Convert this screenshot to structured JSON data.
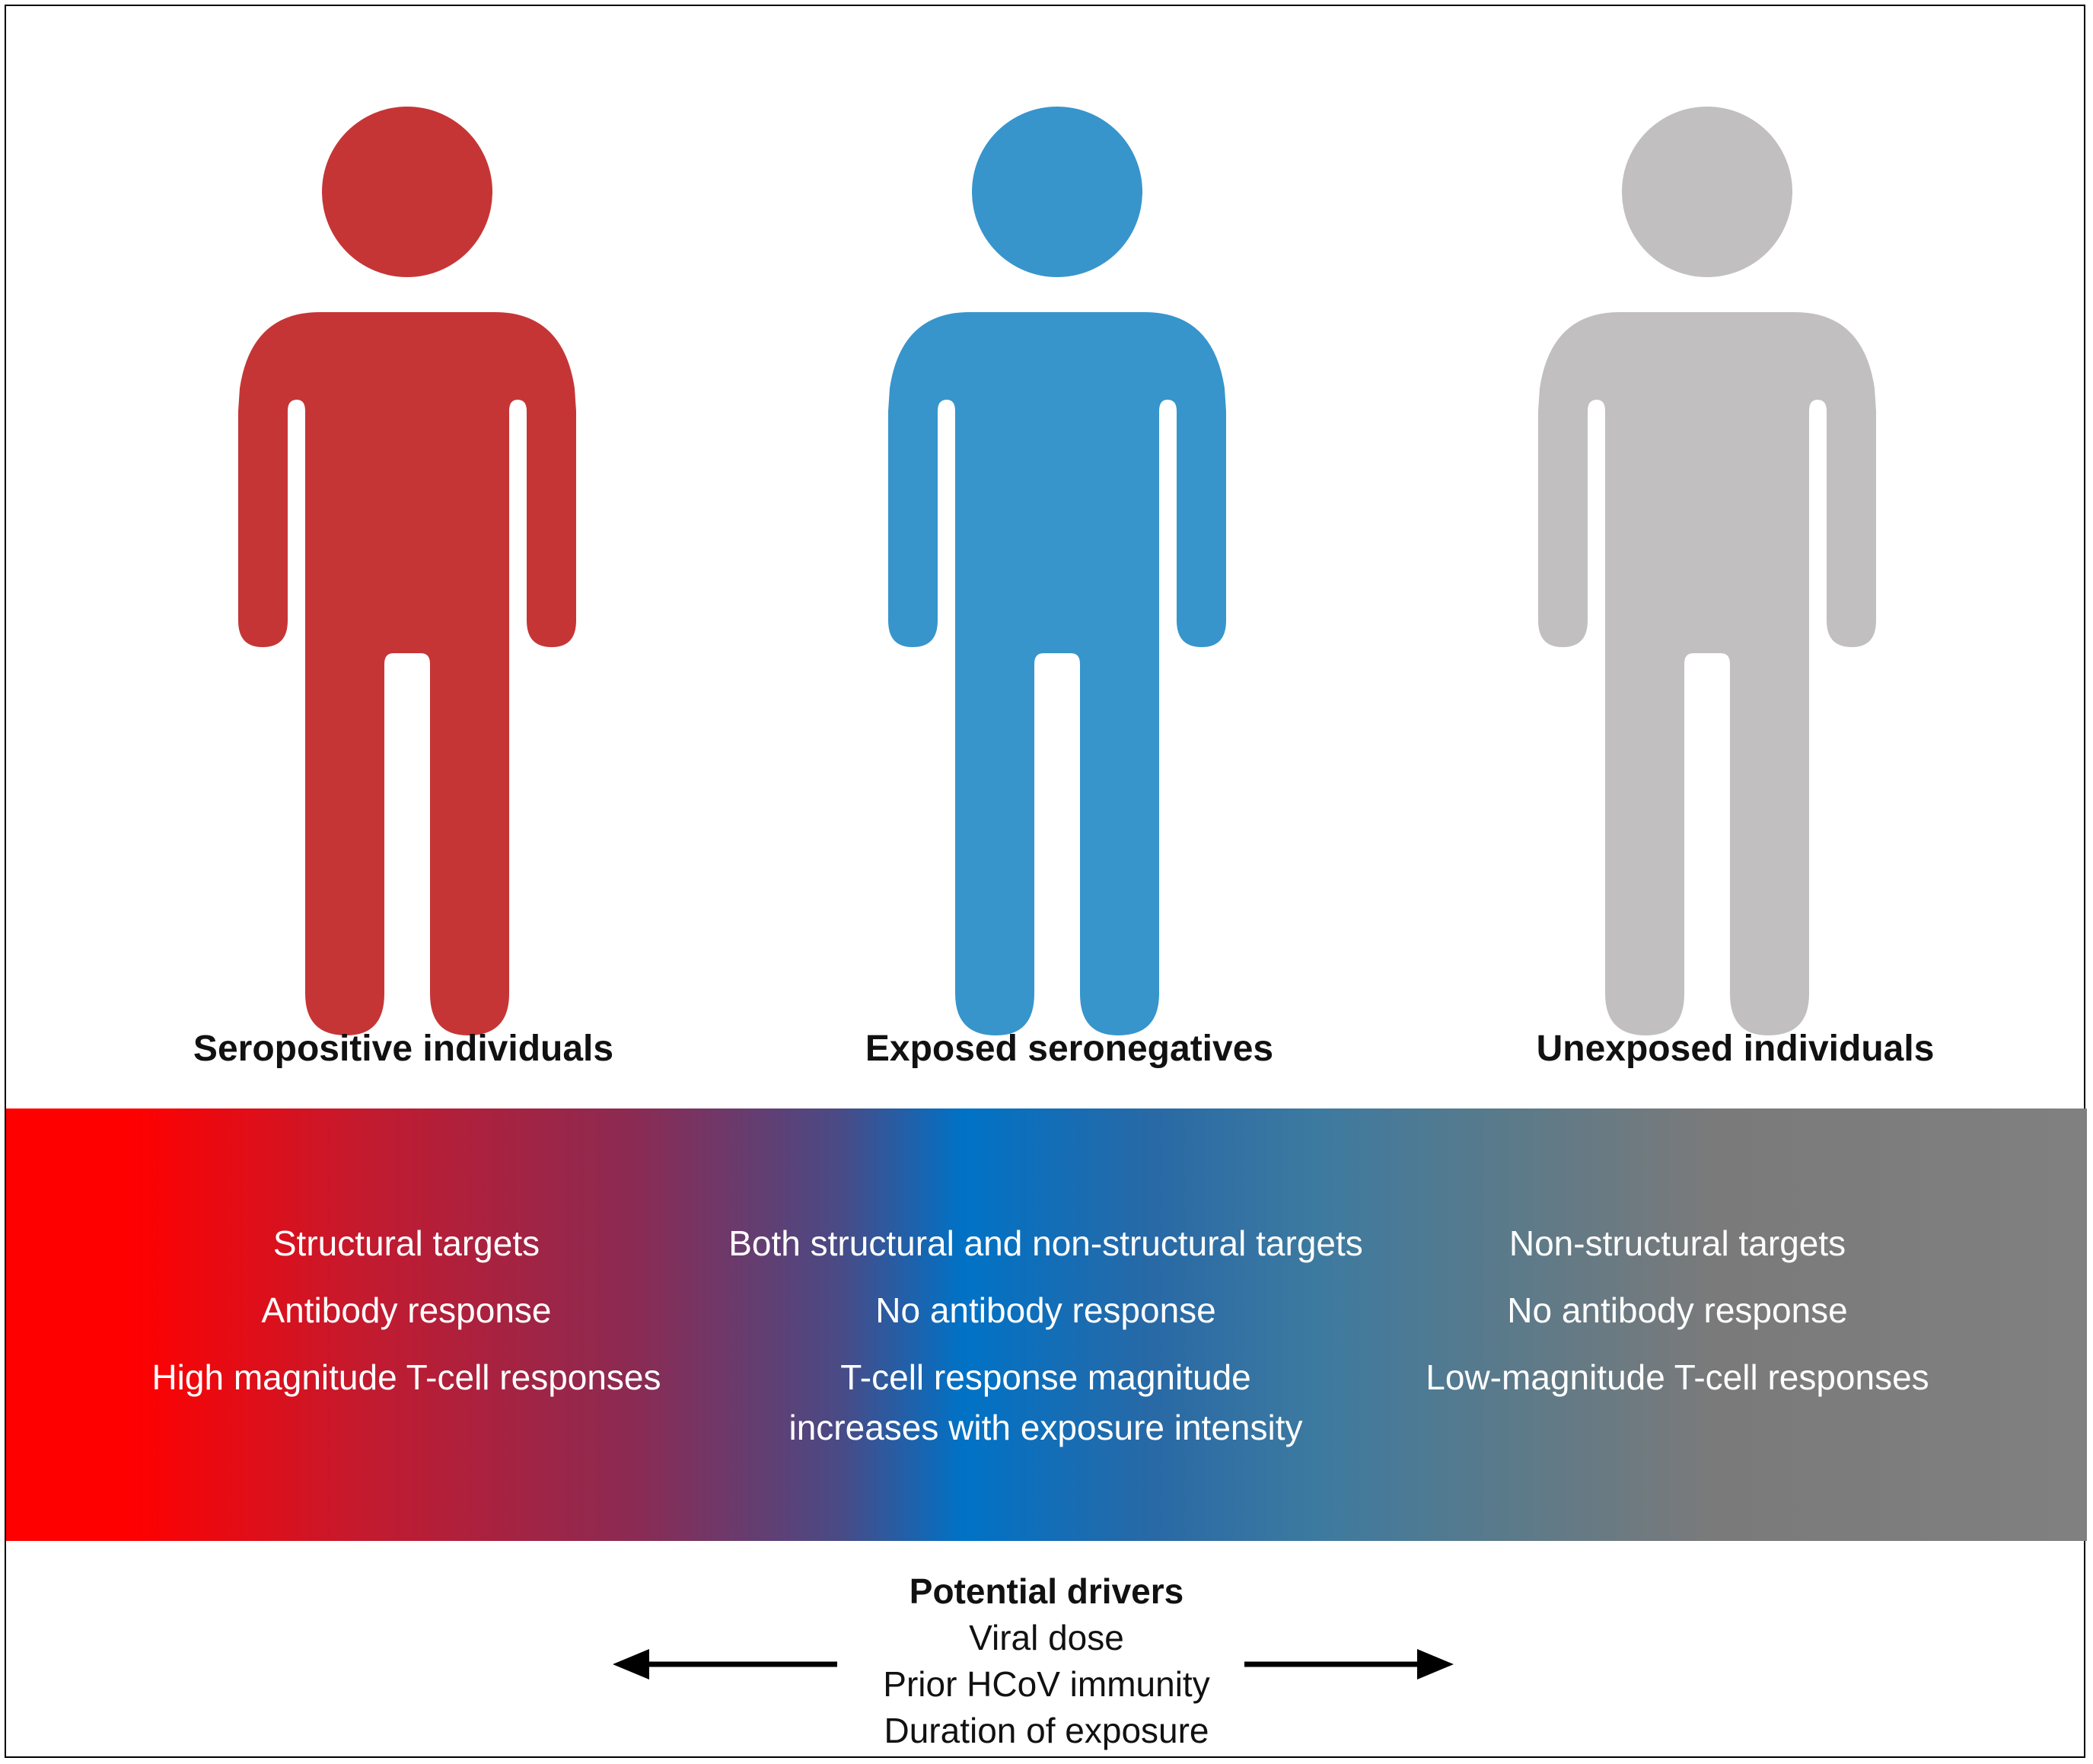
{
  "colors": {
    "seropositive": "#c63536",
    "exposed": "#3795cc",
    "unexposed": "#c1bfc0"
  },
  "groups": [
    {
      "label": "Seropositive individuals",
      "icon": "person-icon"
    },
    {
      "label": "Exposed seronegatives",
      "icon": "person-icon"
    },
    {
      "label": "Unexposed individuals",
      "icon": "person-icon"
    }
  ],
  "band": {
    "seropositive": [
      "Structural targets",
      "Antibody response",
      "High magnitude T-cell responses"
    ],
    "exposed": [
      "Both structural and non-structural targets",
      "No antibody response",
      "T-cell response magnitude",
      "increases with exposure intensity"
    ],
    "unexposed": [
      "Non-structural targets",
      "No antibody response",
      "Low-magnitude T-cell responses"
    ]
  },
  "drivers": {
    "title": "Potential drivers",
    "items": [
      "Viral dose",
      "Prior HCoV immunity",
      "Duration of exposure"
    ]
  }
}
